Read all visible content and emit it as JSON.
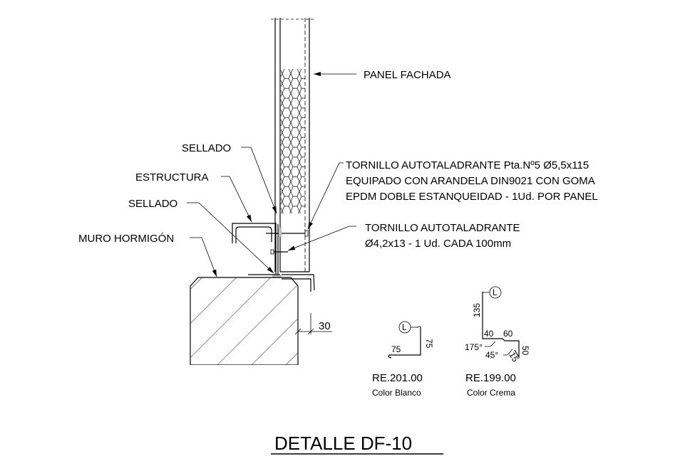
{
  "title": "DETALLE DF-10",
  "labels": {
    "panel_fachada": "PANEL FACHADA",
    "sellado_top": "SELLADO",
    "estructura": "ESTRUCTURA",
    "sellado_bottom": "SELLADO",
    "muro_hormigon": "MURO HORMIGÓN",
    "tornillo1_line1": "TORNILLO AUTOTALADRANTE Pta.Nº5 Ø5,5x115",
    "tornillo1_line2": "EQUIPADO CON ARANDELA DIN9021 CON GOMA",
    "tornillo1_line3": "EPDM DOBLE ESTANQUEIDAD - 1Ud. POR PANEL",
    "tornillo2_line1": "TORNILLO AUTOTALADRANTE",
    "tornillo2_line2": "Ø4,2x13 - 1 Ud. CADA 100mm"
  },
  "dimension_30": "30",
  "profiles": [
    {
      "code": "RE.201.00",
      "color": "Color Blanco",
      "marker": "L",
      "dims": [
        "75",
        "75"
      ]
    },
    {
      "code": "RE.199.00",
      "color": "Color Crema",
      "marker": "L",
      "dims": [
        "135",
        "40",
        "60",
        "50",
        "15"
      ],
      "angles": [
        "175°",
        "45°"
      ]
    }
  ],
  "colors": {
    "sealant": "#c0c0c0",
    "line": "#000000"
  }
}
